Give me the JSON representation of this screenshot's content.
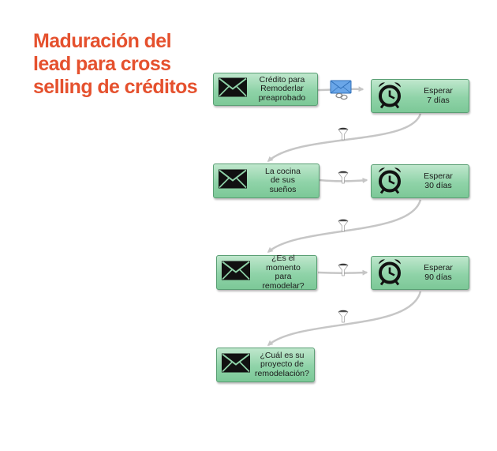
{
  "title_lines": [
    "Maduración del",
    "lead para cross",
    "selling de créditos"
  ],
  "steps": {
    "email_1": "Crédito para\nRemoderlar\npreaprobado",
    "wait_1": "Esperar\n7 días",
    "email_2": "La cocina\nde sus\nsueños",
    "wait_2": "Esperar\n30 días",
    "email_3": "¿Es el momento\npara\nremodelar?",
    "wait_3": "Esperar\n90 días",
    "email_4": "¿Cuál es su\nproyecto de\nremodelación?"
  },
  "icons": {
    "email": "envelope-icon",
    "wait": "alarm-clock-icon",
    "filter": "funnel-icon",
    "link": "linked-email-icon"
  },
  "colors": {
    "title": "#e5512e",
    "node_fill": "#8fd3a8",
    "node_border": "#5a9f74",
    "connector": "#c6c6c6"
  }
}
